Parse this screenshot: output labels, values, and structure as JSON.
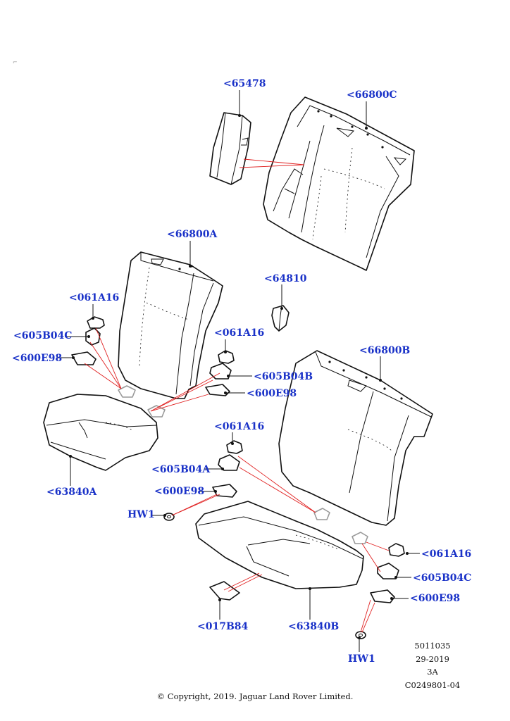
{
  "diagram": {
    "callouts": [
      {
        "id": "c65478",
        "text": "<65478"
      },
      {
        "id": "c66800C",
        "text": "<66800C"
      },
      {
        "id": "c66800A",
        "text": "<66800A"
      },
      {
        "id": "c64810",
        "text": "<64810"
      },
      {
        "id": "c061A16_left",
        "text": "<061A16"
      },
      {
        "id": "c605B04C_left",
        "text": "<605B04C"
      },
      {
        "id": "c600E98_left",
        "text": "<600E98"
      },
      {
        "id": "c061A16_mid",
        "text": "<061A16"
      },
      {
        "id": "c605B04B",
        "text": "<605B04B"
      },
      {
        "id": "c600E98_mid",
        "text": "<600E98"
      },
      {
        "id": "c66800B",
        "text": "<66800B"
      },
      {
        "id": "c63840A",
        "text": "<63840A"
      },
      {
        "id": "c061A16_center",
        "text": "<061A16"
      },
      {
        "id": "c605B04A",
        "text": "<605B04A"
      },
      {
        "id": "c600E98_center",
        "text": "<600E98"
      },
      {
        "id": "cHW1_left",
        "text": "HW1"
      },
      {
        "id": "c061A16_right",
        "text": "<061A16"
      },
      {
        "id": "c605B04C_right",
        "text": "<605B04C"
      },
      {
        "id": "c600E98_right",
        "text": "<600E98"
      },
      {
        "id": "c017B84",
        "text": "<017B84"
      },
      {
        "id": "c63840B",
        "text": "<63840B"
      },
      {
        "id": "cHW1_right",
        "text": "HW1"
      }
    ],
    "reference": {
      "number": "5011035",
      "date": "29-2019",
      "revision": "3A",
      "code": "C0249801-04"
    },
    "copyright": "© Copyright, 2019. Jaguar Land Rover Limited.",
    "colors": {
      "callout_text": "#1a32c8",
      "leader_lines": "#111111",
      "connector_lines": "#e02020",
      "part_outline": "#111111"
    }
  }
}
